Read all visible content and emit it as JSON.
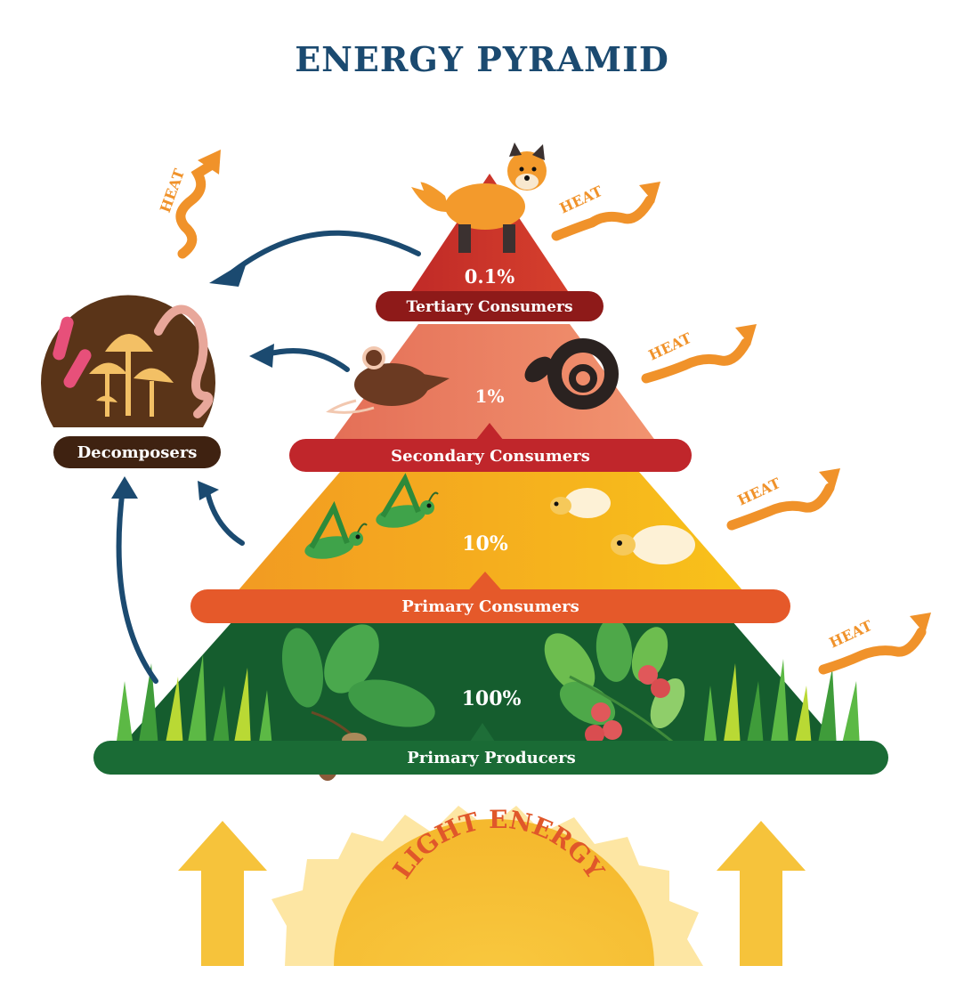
{
  "title": "ENERGY PYRAMID",
  "levels": [
    {
      "name": "Tertiary Consumers",
      "percent": "0.1%",
      "organisms": [
        "fox"
      ],
      "color": "#c8322b",
      "label_color": "#8e1a19"
    },
    {
      "name": "Secondary Consumers",
      "percent": "1%",
      "organisms": [
        "mouse",
        "snake"
      ],
      "color": "#ee8462",
      "label_color": "#c0262b"
    },
    {
      "name": "Primary Consumers",
      "percent": "10%",
      "organisms": [
        "grasshopper",
        "grasshopper",
        "moth",
        "moth"
      ],
      "color": "#f4a623",
      "label_color": "#e5592a"
    },
    {
      "name": "Primary Producers",
      "percent": "100%",
      "organisms": [
        "oak-leaves",
        "acorns",
        "berry-branch",
        "grass"
      ],
      "color": "#155d2e",
      "label_color": "#1a6b35"
    }
  ],
  "decomposers": {
    "label": "Decomposers",
    "organisms": [
      "bacteria",
      "mushrooms",
      "worm"
    ],
    "color": "#5a3418"
  },
  "heat_labels": [
    "HEAT",
    "HEAT",
    "HEAT",
    "HEAT",
    "HEAT"
  ],
  "light": {
    "label": "LIGHT ENERGY"
  },
  "colors": {
    "title": "#1b4a70",
    "arrow": "#1b4a70",
    "heat": "#f0922a",
    "sun_outer": "#fbe39a",
    "sun_inner": "#f6c33b",
    "light_text": "#e0572a"
  }
}
